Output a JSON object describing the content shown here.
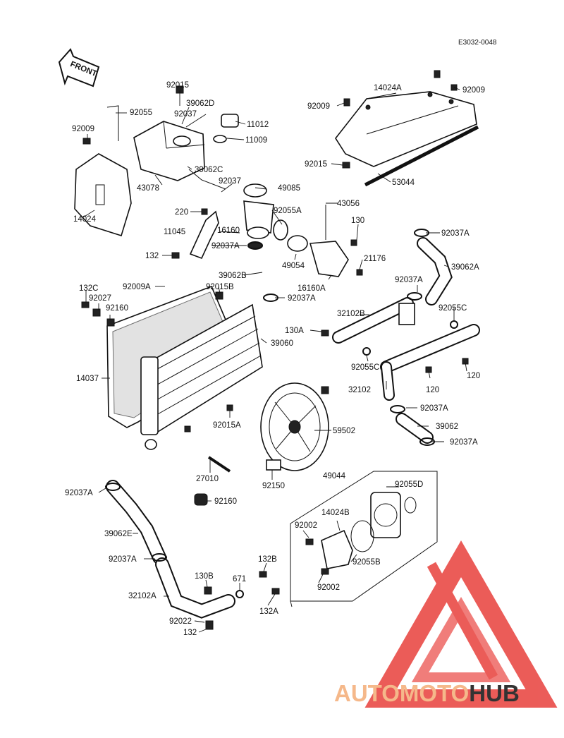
{
  "figure_code": "E3032-0048",
  "front_arrow": "FRONT",
  "labels": [
    {
      "id": "92015_top",
      "text": "92015"
    },
    {
      "id": "92055",
      "text": "92055"
    },
    {
      "id": "39062D",
      "text": "39062D"
    },
    {
      "id": "92037_top",
      "text": "92037"
    },
    {
      "id": "11012",
      "text": "11012"
    },
    {
      "id": "92009_left",
      "text": "92009"
    },
    {
      "id": "11009",
      "text": "11009"
    },
    {
      "id": "39062C",
      "text": "39062C"
    },
    {
      "id": "43078",
      "text": "43078"
    },
    {
      "id": "92037_mid",
      "text": "92037"
    },
    {
      "id": "49085",
      "text": "49085"
    },
    {
      "id": "14024",
      "text": "14024"
    },
    {
      "id": "220",
      "text": "220"
    },
    {
      "id": "92055A",
      "text": "92055A"
    },
    {
      "id": "11045",
      "text": "11045"
    },
    {
      "id": "16160",
      "text": "16160"
    },
    {
      "id": "92037A_mid",
      "text": "92037A"
    },
    {
      "id": "132_mid",
      "text": "132"
    },
    {
      "id": "39062B",
      "text": "39062B"
    },
    {
      "id": "92009A",
      "text": "92009A"
    },
    {
      "id": "92015B",
      "text": "92015B"
    },
    {
      "id": "132C",
      "text": "132C"
    },
    {
      "id": "92027",
      "text": "92027"
    },
    {
      "id": "92160_left",
      "text": "92160"
    },
    {
      "id": "14037",
      "text": "14037"
    },
    {
      "id": "14024A",
      "text": "14024A"
    },
    {
      "id": "92009_tr",
      "text": "92009"
    },
    {
      "id": "92009_tl",
      "text": "92009"
    },
    {
      "id": "92015_right",
      "text": "92015"
    },
    {
      "id": "53044",
      "text": "53044"
    },
    {
      "id": "43056",
      "text": "43056"
    },
    {
      "id": "130",
      "text": "130"
    },
    {
      "id": "92037A_r1",
      "text": "92037A"
    },
    {
      "id": "21176",
      "text": "21176"
    },
    {
      "id": "49054",
      "text": "49054"
    },
    {
      "id": "39062A",
      "text": "39062A"
    },
    {
      "id": "16160A",
      "text": "16160A"
    },
    {
      "id": "92037A_r2",
      "text": "92037A"
    },
    {
      "id": "92037A_r3",
      "text": "92037A"
    },
    {
      "id": "32102B",
      "text": "32102B"
    },
    {
      "id": "92055C",
      "text": "92055C"
    },
    {
      "id": "130A",
      "text": "130A"
    },
    {
      "id": "39060",
      "text": "39060"
    },
    {
      "id": "92055C_b",
      "text": "92055C"
    },
    {
      "id": "120_a",
      "text": "120"
    },
    {
      "id": "120_b",
      "text": "120"
    },
    {
      "id": "32102",
      "text": "32102"
    },
    {
      "id": "92037A_r4",
      "text": "92037A"
    },
    {
      "id": "39062",
      "text": "39062"
    },
    {
      "id": "92037A_r5",
      "text": "92037A"
    },
    {
      "id": "92015A",
      "text": "92015A"
    },
    {
      "id": "59502",
      "text": "59502"
    },
    {
      "id": "27010",
      "text": "27010"
    },
    {
      "id": "92150",
      "text": "92150"
    },
    {
      "id": "92160_b",
      "text": "92160"
    },
    {
      "id": "92037A_b1",
      "text": "92037A"
    },
    {
      "id": "49044",
      "text": "49044"
    },
    {
      "id": "92055D",
      "text": "92055D"
    },
    {
      "id": "14024B",
      "text": "14024B"
    },
    {
      "id": "92002_a",
      "text": "92002"
    },
    {
      "id": "39062E",
      "text": "39062E"
    },
    {
      "id": "92037A_b2",
      "text": "92037A"
    },
    {
      "id": "92055B",
      "text": "92055B"
    },
    {
      "id": "132B",
      "text": "132B"
    },
    {
      "id": "130B",
      "text": "130B"
    },
    {
      "id": "671",
      "text": "671"
    },
    {
      "id": "92002_b",
      "text": "92002"
    },
    {
      "id": "32102A",
      "text": "32102A"
    },
    {
      "id": "132A",
      "text": "132A"
    },
    {
      "id": "92022",
      "text": "92022"
    },
    {
      "id": "132_bot",
      "text": "132"
    }
  ],
  "watermark": {
    "part1": "AUTOMOTO",
    "part2": "HUB",
    "color1": "#f5b88a",
    "color2": "#333333",
    "logo_color": "#e8403c"
  }
}
